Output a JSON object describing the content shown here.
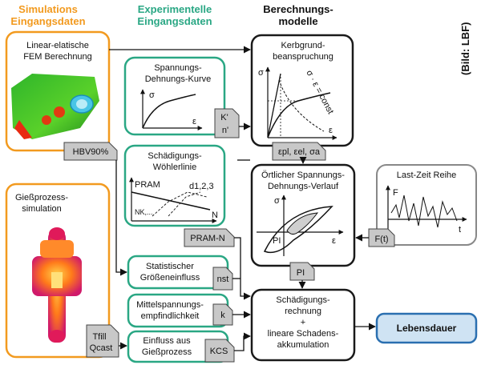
{
  "headers": {
    "sim": [
      "Simulations",
      "Eingangsdaten"
    ],
    "exp": [
      "Experimentelle",
      "Eingangsdaten"
    ],
    "calc": [
      "Berechnungs-",
      "modelle"
    ],
    "credit": "(Bild: LBF)"
  },
  "boxes": {
    "fem": [
      "Linear-elatische",
      "FEM Berechnung"
    ],
    "casting": [
      "Gießprozess-",
      "simulation"
    ],
    "stress_strain": [
      "Spannungs-",
      "Dehnungs-Kurve"
    ],
    "woehler": [
      "Schädigungs-",
      "Wöhlerlinie"
    ],
    "size": [
      "Statistischer",
      "Größeneinfluss"
    ],
    "mean_stress": [
      "Mittelspannungs-",
      "empfindlichkeit"
    ],
    "cast_influence": [
      "Einfluss aus",
      "Gießprozess"
    ],
    "notch": [
      "Kerbgrund-",
      "beanspruchung"
    ],
    "local": [
      "Örtlicher Spannungs-",
      "Dehnungs-Verlauf"
    ],
    "load_time": "Last-Zeit Reihe",
    "damage": [
      "Schädigungs-",
      "rechnung",
      "+",
      "lineare Schadens-",
      "akkumulation"
    ],
    "life": "Lebensdauer"
  },
  "tags": {
    "hbv": "HBV90%",
    "kn": [
      "K'",
      "n'"
    ],
    "pram_n": "PRAM-N",
    "nst": "nst",
    "k": "k",
    "kcs": "KCS",
    "tq": [
      "Tfill",
      "Qcast"
    ],
    "eps": "εpl, εel, σa",
    "pi": "PI",
    "ft": "F(t)"
  },
  "plot_labels": {
    "sigma": "σ",
    "eps": "ε",
    "const": "σ · ε = const",
    "pram": "PRAM",
    "d": "d1,2,3",
    "nk": "NK,...",
    "n": "N",
    "pi": "PI",
    "f": "F",
    "t": "t"
  },
  "colors": {
    "sim": "#f29a1f",
    "exp": "#2aa784",
    "calc": "#1a1a1a",
    "tag_fill": "#c8c8c8",
    "life_fill": "#cfe3f3",
    "life_stroke": "#2a6fb0"
  }
}
